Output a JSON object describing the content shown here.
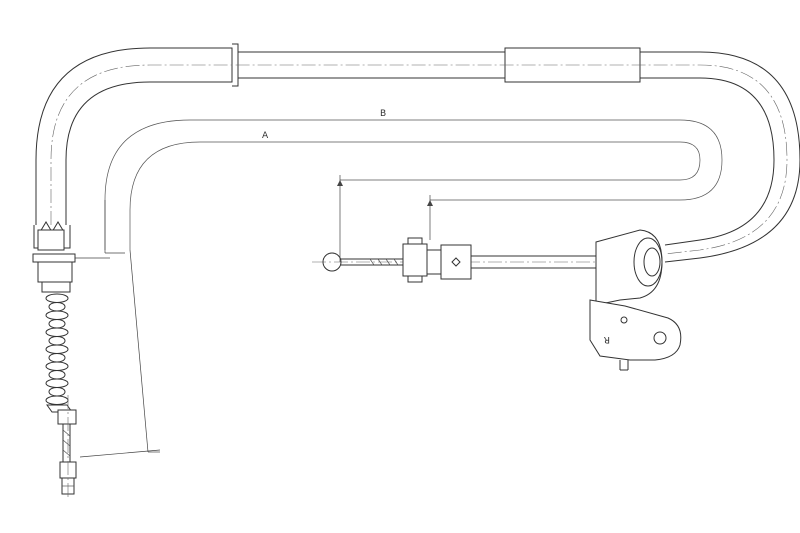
{
  "diagram": {
    "dimension_labels": {
      "a": "A",
      "b": "B"
    },
    "bracket_mark": "R"
  }
}
